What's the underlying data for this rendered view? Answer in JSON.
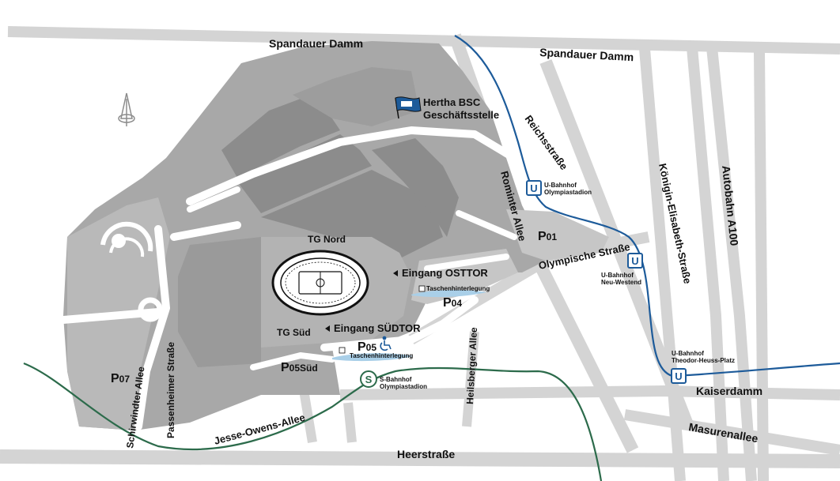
{
  "streets": {
    "spandauer_damm_1": "Spandauer Damm",
    "spandauer_damm_2": "Spandauer Damm",
    "reichsstrasse": "Reichsstraße",
    "koenigin_elisabeth": "Königin-Elisabeth-Straße",
    "autobahn": "Autobahn A100",
    "rominter_allee": "Rominter Allee",
    "olympische_strasse": "Olympische Straße",
    "heilsberger_allee": "Heilsberger Allee",
    "kaiserdamm": "Kaiserdamm",
    "masurenallee": "Masurenallee",
    "heerstrasse": "Heerstraße",
    "jesse_owens": "Jesse-Owens-Allee",
    "passenheimer": "Passenheimer Straße",
    "schirwindter": "Schirwindter Allee"
  },
  "pois": {
    "hertha_line1": "Hertha BSC",
    "hertha_line2": "Geschäftsstelle",
    "tg_nord": "TG Nord",
    "tg_sued": "TG Süd",
    "eingang_osttor": "Eingang OSTTOR",
    "eingang_suedtor": "Eingang SÜDTOR",
    "taschen_1": "Taschenhinterlegung",
    "taschen_2": "Taschenhinterlegung"
  },
  "parking": {
    "p01": {
      "big": "P",
      "small": "01"
    },
    "p04": {
      "big": "P",
      "small": "04"
    },
    "p05": {
      "big": "P",
      "small": "05"
    },
    "p05sued": {
      "big": "P",
      "small": "05Süd"
    },
    "p07": {
      "big": "P",
      "small": "07"
    }
  },
  "stations": {
    "u_olympia_icon": "U",
    "u_olympia_line1": "U-Bahnhof",
    "u_olympia_line2": "Olympiastadion",
    "u_neuwestend_icon": "U",
    "u_neuwestend_line1": "U-Bahnhof",
    "u_neuwestend_line2": "Neu-Westend",
    "u_theodor_icon": "U",
    "u_theodor_line1": "U-Bahnhof",
    "u_theodor_line2": "Theodor-Heuss-Platz",
    "s_olympia_icon": "S",
    "s_olympia_line1": "S-Bahnhof",
    "s_olympia_line2": "Olympiastadion"
  },
  "colors": {
    "ubahn_line": "#1d5b9a",
    "sbahn_line": "#2c6b4b",
    "area_grey": "#a8a8a8",
    "building_grey": "#8c8c8c",
    "road_grey": "#d4d4d4",
    "bag_blue": "#a9cfe8"
  }
}
